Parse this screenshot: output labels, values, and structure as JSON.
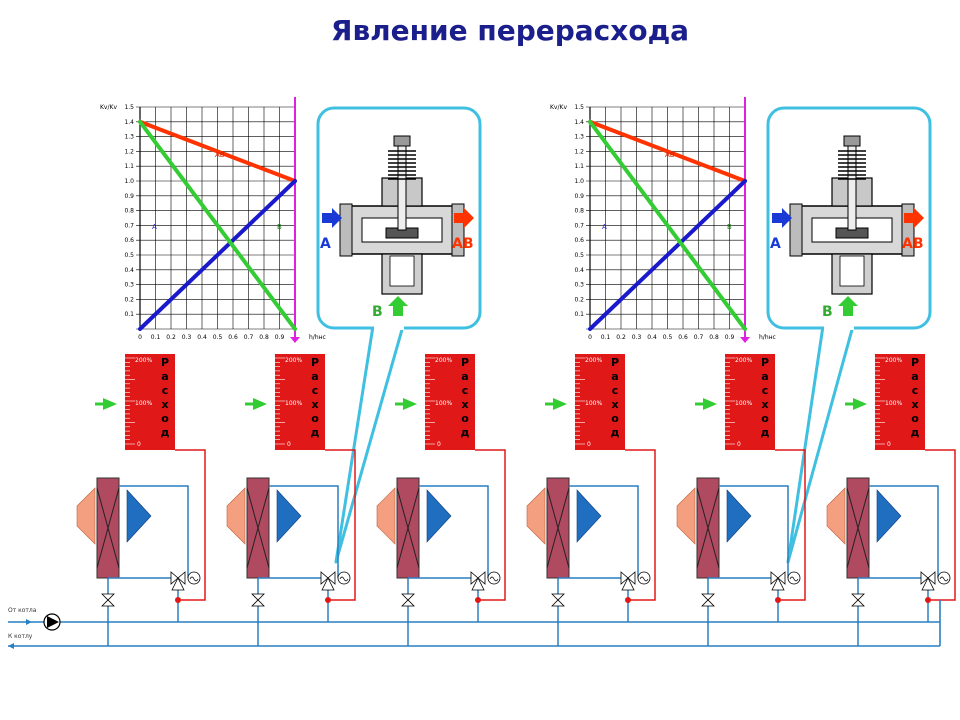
{
  "title": "Явление перерасхода",
  "charts": [
    {
      "ylabel": "Kv/Kv",
      "xlabel": "h/hнс",
      "y_ticks": [
        "1.5",
        "1.4",
        "1.3",
        "1.2",
        "1.1",
        "1.0",
        "0.9",
        "0.8",
        "0.7",
        "0.6",
        "0.5",
        "0.4",
        "0.3",
        "0.2",
        "0.1"
      ],
      "x_ticks": [
        "0",
        "0.1",
        "0.2",
        "0.3",
        "0.4",
        "0.5",
        "0.6",
        "0.7",
        "0.8",
        "0.9"
      ],
      "label_a": "A",
      "label_b": "B",
      "label_ab": "AB",
      "stroke_position": 1.0
    },
    {
      "ylabel": "Kv/Kv",
      "xlabel": "h/hнс",
      "y_ticks": [
        "1.5",
        "1.4",
        "1.3",
        "1.2",
        "1.1",
        "1.0",
        "0.9",
        "0.8",
        "0.7",
        "0.6",
        "0.5",
        "0.4",
        "0.3",
        "0.2",
        "0.1"
      ],
      "x_ticks": [
        "0",
        "0.1",
        "0.2",
        "0.3",
        "0.4",
        "0.5",
        "0.6",
        "0.7",
        "0.8",
        "0.9"
      ],
      "label_a": "A",
      "label_b": "B",
      "label_ab": "AB",
      "stroke_position": 1.0
    }
  ],
  "chart_data": [
    {
      "type": "line",
      "xlim": [
        0,
        1
      ],
      "ylim": [
        0,
        1.5
      ],
      "series": [
        {
          "name": "AB",
          "color": "#ff3300",
          "points": [
            [
              0,
              1.4
            ],
            [
              1,
              1.0
            ]
          ]
        },
        {
          "name": "A",
          "color": "#1a1acc",
          "points": [
            [
              0,
              0.0
            ],
            [
              1,
              1.0
            ]
          ]
        },
        {
          "name": "B",
          "color": "#33cc33",
          "points": [
            [
              0,
              1.4
            ],
            [
              1,
              0.0
            ]
          ]
        }
      ]
    },
    {
      "type": "line",
      "xlim": [
        0,
        1
      ],
      "ylim": [
        0,
        1.5
      ],
      "series": [
        {
          "name": "AB",
          "color": "#ff3300",
          "points": [
            [
              0,
              1.4
            ],
            [
              1,
              1.0
            ]
          ]
        },
        {
          "name": "A",
          "color": "#1a1acc",
          "points": [
            [
              0,
              0.0
            ],
            [
              1,
              1.0
            ]
          ]
        },
        {
          "name": "B",
          "color": "#33cc33",
          "points": [
            [
              0,
              1.4
            ],
            [
              1,
              0.0
            ]
          ]
        }
      ]
    }
  ],
  "callouts": [
    {
      "port_a": "A",
      "port_ab": "AB",
      "port_b": "B"
    },
    {
      "port_a": "A",
      "port_ab": "AB",
      "port_b": "B"
    }
  ],
  "gauge": {
    "letters": [
      "Р",
      "а",
      "с",
      "х",
      "о",
      "д"
    ],
    "top": "200%",
    "mid": "100%",
    "zero": "0"
  },
  "pipes": {
    "supply": "От котла",
    "return": "К котлу"
  },
  "colors": {
    "title": "#1a1f8c",
    "gauge": "#e01818",
    "arrow_green": "#33cc33",
    "pipe": "#2a7fc0",
    "callout": "#40c0e0",
    "stroke_line": "#e020e0"
  }
}
